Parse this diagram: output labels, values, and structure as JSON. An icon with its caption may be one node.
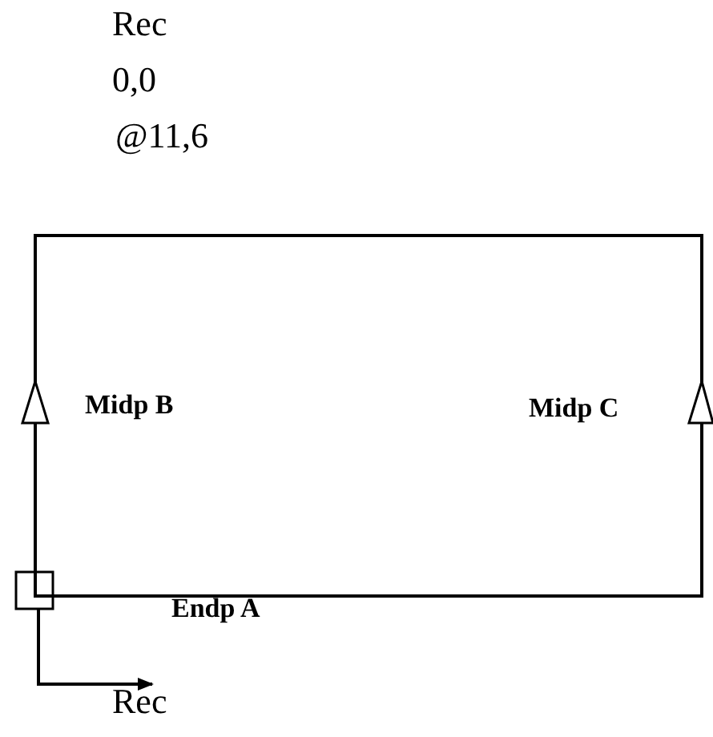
{
  "diagram": {
    "labels": [
      "Rec",
      "0,0",
      "@11,6",
      "Midp B",
      "Midp C",
      "Endp A",
      "Rec"
    ]
  }
}
